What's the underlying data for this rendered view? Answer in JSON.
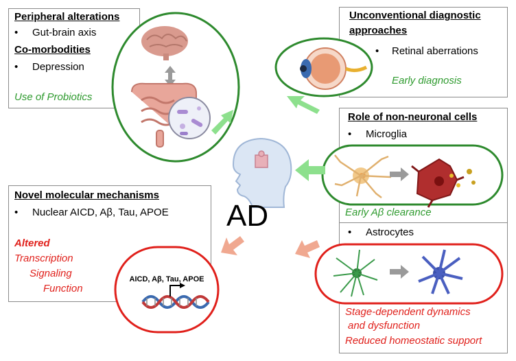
{
  "peripheral": {
    "title": "Peripheral alterations",
    "item1": "Gut-brain axis",
    "title2": "Co-morbodities",
    "item2": "Depression",
    "note": "Use of Probiotics"
  },
  "unconventional": {
    "title_line1": "Unconventional diagnostic",
    "title_line2": "approaches",
    "item": "Retinal aberrations",
    "note": "Early diagnosis"
  },
  "nonneuronal": {
    "title": "Role of non-neuronal cells",
    "microglia": "Microglia",
    "microglia_note": "Early Aβ clearance",
    "astrocytes": "Astrocytes",
    "astro_note1": "Stage-dependent dynamics",
    "astro_note2": "and dysfunction",
    "astro_note3": "Reduced homeostatic support"
  },
  "novel": {
    "title": "Novel molecular mechanisms",
    "item": "Nuclear AICD, Aβ, Tau, APOE",
    "altered": "Altered",
    "transcription": "Transcription",
    "signaling": "Signaling",
    "function": "Function",
    "dna_label": "AICD, Aβ, Tau, APOE"
  },
  "center": {
    "label": "AD"
  },
  "bullet": "•",
  "colors": {
    "green": "#2e9a2e",
    "red": "#e0201b",
    "green_arrow": "#8de08d",
    "red_arrow": "#f0a890"
  }
}
